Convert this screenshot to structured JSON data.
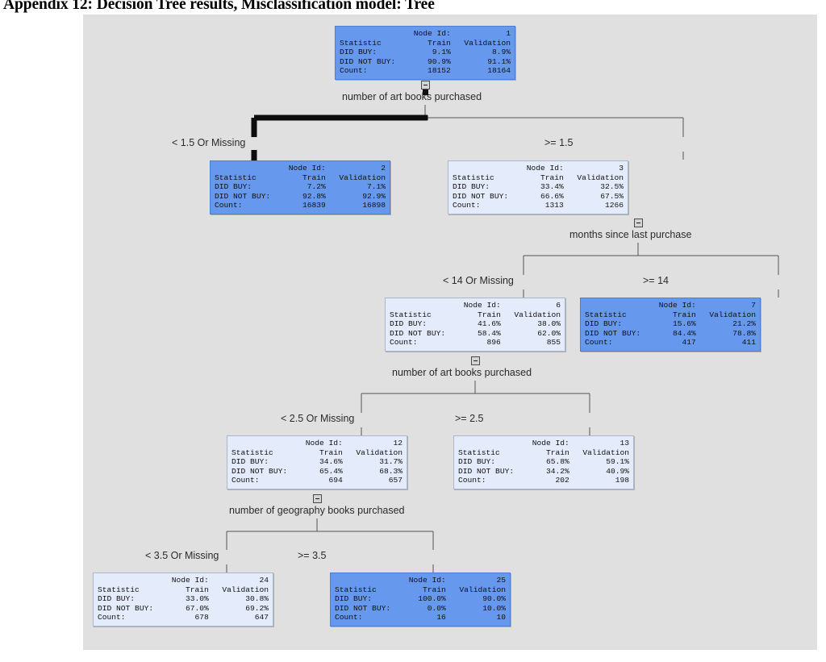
{
  "page": {
    "title": "Appendix 12: Decision Tree results, Misclassification model: Tree",
    "canvas_background": "#e0e0e0",
    "node_fill_dark": "#6699ee",
    "node_fill_light": "#e4ecfb"
  },
  "labels": {
    "node_id": "Node Id:",
    "statistic": "Statistic",
    "train": "Train",
    "validation": "Validation",
    "did_buy": "DID BUY:",
    "did_not_buy": "DID NOT BUY:",
    "count": "Count:"
  },
  "nodes": [
    {
      "id": "1",
      "shade": "dark",
      "did_buy_train": "9.1%",
      "did_buy_valid": "8.9%",
      "did_not_train": "90.9%",
      "did_not_valid": "91.1%",
      "count_train": "18152",
      "count_valid": "18164"
    },
    {
      "id": "2",
      "shade": "dark",
      "did_buy_train": "7.2%",
      "did_buy_valid": "7.1%",
      "did_not_train": "92.8%",
      "did_not_valid": "92.9%",
      "count_train": "16839",
      "count_valid": "16898"
    },
    {
      "id": "3",
      "shade": "light",
      "did_buy_train": "33.4%",
      "did_buy_valid": "32.5%",
      "did_not_train": "66.6%",
      "did_not_valid": "67.5%",
      "count_train": "1313",
      "count_valid": "1266"
    },
    {
      "id": "6",
      "shade": "light",
      "did_buy_train": "41.6%",
      "did_buy_valid": "38.0%",
      "did_not_train": "58.4%",
      "did_not_valid": "62.0%",
      "count_train": "896",
      "count_valid": "855"
    },
    {
      "id": "7",
      "shade": "dark",
      "did_buy_train": "15.6%",
      "did_buy_valid": "21.2%",
      "did_not_train": "84.4%",
      "did_not_valid": "78.8%",
      "count_train": "417",
      "count_valid": "411"
    },
    {
      "id": "12",
      "shade": "light",
      "did_buy_train": "34.6%",
      "did_buy_valid": "31.7%",
      "did_not_train": "65.4%",
      "did_not_valid": "68.3%",
      "count_train": "694",
      "count_valid": "657"
    },
    {
      "id": "13",
      "shade": "light",
      "did_buy_train": "65.8%",
      "did_buy_valid": "59.1%",
      "did_not_train": "34.2%",
      "did_not_valid": "40.9%",
      "count_train": "202",
      "count_valid": "198"
    },
    {
      "id": "24",
      "shade": "light",
      "did_buy_train": "33.0%",
      "did_buy_valid": "30.8%",
      "did_not_train": "67.0%",
      "did_not_valid": "69.2%",
      "count_train": "678",
      "count_valid": "647"
    },
    {
      "id": "25",
      "shade": "dark",
      "did_buy_train": "100.0%",
      "did_buy_valid": "90.0%",
      "did_not_train": "0.0%",
      "did_not_valid": "10.0%",
      "count_train": "16",
      "count_valid": "10"
    }
  ],
  "splits": [
    {
      "variable": "number of art books purchased",
      "left_label": "< 1.5 Or Missing",
      "right_label": ">= 1.5"
    },
    {
      "variable": "months since last purchase",
      "left_label": "< 14 Or Missing",
      "right_label": ">= 14"
    },
    {
      "variable": "number of art books purchased",
      "left_label": "< 2.5 Or Missing",
      "right_label": ">= 2.5"
    },
    {
      "variable": "number of geography books purchased",
      "left_label": "< 3.5 Or Missing",
      "right_label": ">= 3.5"
    }
  ]
}
